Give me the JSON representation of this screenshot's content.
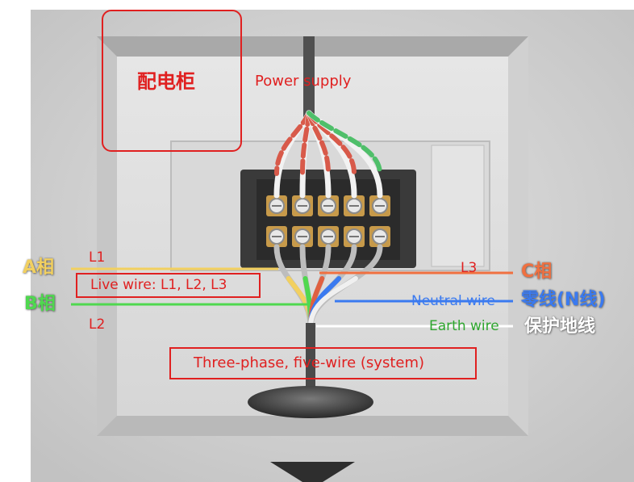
{
  "labels": {
    "cabinet": "配电柜",
    "power_supply": "Power supply",
    "phase_a": "A相",
    "phase_b": "B相",
    "phase_c": "C相",
    "neutral_cn": "零线(N线)",
    "earth_cn": "保护地线",
    "l1": "L1",
    "l2": "L2",
    "l3": "L3",
    "live_wire": "Live wire: L1, L2, L3",
    "neutral_wire": "Neutral wire",
    "earth_wire": "Earth wire",
    "system": "Three-phase, five-wire (system)"
  },
  "colors": {
    "annotation_red": "#e02020",
    "phase_a": "#f2d060",
    "phase_b": "#4fd84f",
    "phase_c": "#f07040",
    "neutral": "#3a7af0",
    "earth": "#ffffff",
    "earth_label": "#2ea62e",
    "wall": "#cfcfcf",
    "terminal_block": "#3a3a3a",
    "brass": "#c79a4a"
  }
}
